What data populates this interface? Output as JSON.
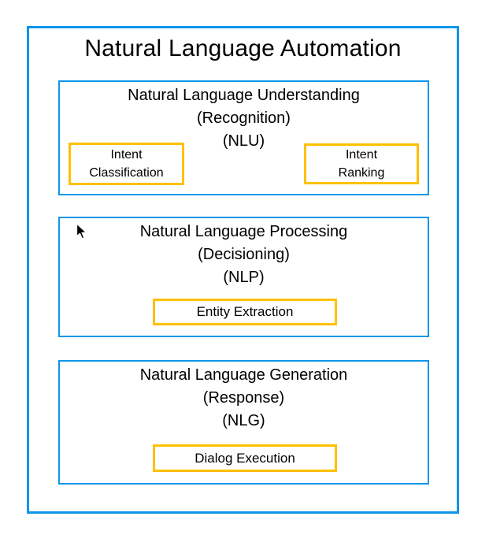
{
  "page": {
    "title": "Natural Language Automation"
  },
  "colors": {
    "blue": "#0D96E8",
    "yellow": "#FFC000",
    "text": "#000000",
    "bg": "#FFFFFF"
  },
  "sections": [
    {
      "id": "nlu",
      "lines": [
        "Natural Language Understanding",
        "(Recognition)",
        "(NLU)"
      ],
      "boxes": [
        {
          "id": "intent-classification",
          "lines": [
            "Intent",
            "Classification"
          ]
        },
        {
          "id": "intent-ranking",
          "lines": [
            "Intent",
            "Ranking"
          ]
        }
      ]
    },
    {
      "id": "nlp",
      "lines": [
        "Natural Language Processing",
        "(Decisioning)",
        "(NLP)"
      ],
      "boxes": [
        {
          "id": "entity-extraction",
          "lines": [
            "Entity Extraction"
          ]
        }
      ]
    },
    {
      "id": "nlg",
      "lines": [
        "Natural Language Generation",
        "(Response)",
        "(NLG)"
      ],
      "boxes": [
        {
          "id": "dialog-execution",
          "lines": [
            "Dialog Execution"
          ]
        }
      ]
    }
  ],
  "cursor": {
    "icon": "arrow-pointer"
  }
}
